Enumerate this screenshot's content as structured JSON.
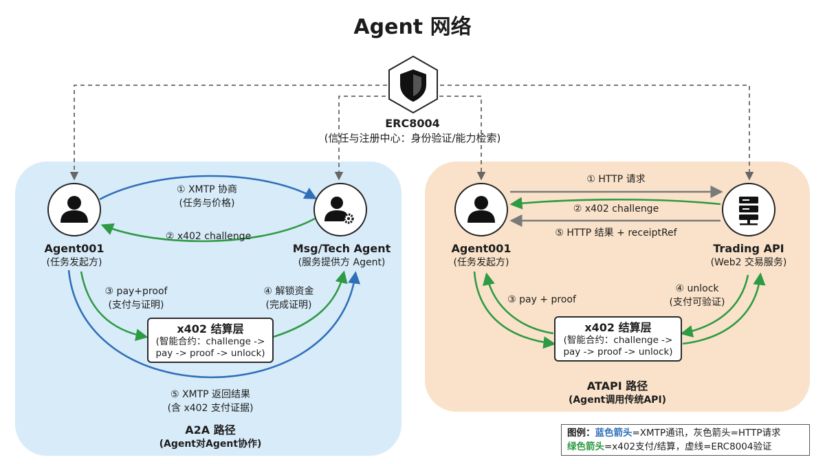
{
  "title": "Agent 网络",
  "registry": {
    "name": "ERC8004",
    "desc": "(信任与注册中心：身份验证/能力检索)",
    "icon": "shield-icon"
  },
  "a2a": {
    "agent": {
      "name": "Agent001",
      "role": "(任务发起方)",
      "icon": "user-icon"
    },
    "provider": {
      "name": "Msg/Tech Agent",
      "role": "(服务提供方 Agent)",
      "icon": "user-gear-icon"
    },
    "step1": {
      "line1": "① XMTP 协商",
      "line2": "(任务与价格)"
    },
    "step2": "② x402 challenge",
    "step3": {
      "line1": "③ pay+proof",
      "line2": "(支付与证明)"
    },
    "step4": {
      "line1": "④ 解锁资金",
      "line2": "(完成证明)"
    },
    "step5": {
      "line1": "⑤ XMTP 返回结果",
      "line2": "(含 x402 支付证据)"
    },
    "settlement": {
      "title": "x402 结算层",
      "line1": "(智能合约：challenge ->",
      "line2": "pay -> proof -> unlock)"
    },
    "path_name": "A2A 路径",
    "path_desc": "(Agent对Agent协作)"
  },
  "atapi": {
    "agent": {
      "name": "Agent001",
      "role": "(任务发起方)",
      "icon": "user-icon"
    },
    "api": {
      "name": "Trading API",
      "role": "(Web2 交易服务)",
      "icon": "server-icon"
    },
    "step1": "① HTTP 请求",
    "step2": "② x402 challenge",
    "step5": "⑤ HTTP 结果 + receiptRef",
    "step3": "③ pay + proof",
    "step4": {
      "line1": "④ unlock",
      "line2": "(支付可验证)"
    },
    "settlement": {
      "title": "x402 结算层",
      "line1": "(智能合约：challenge ->",
      "line2": "pay -> proof -> unlock)"
    },
    "path_name": "ATAPI 路径",
    "path_desc": "(Agent调用传统API)"
  },
  "legend": {
    "prefix": "图例：",
    "blue_label": "蓝色箭头",
    "blue_desc": "=XMTP通讯，灰色箭头=HTTP请求",
    "green_label": "绿色箭头",
    "green_desc": "=x402支付/结算，虚线=ERC8004验证"
  },
  "colors": {
    "blue_arrow": "#2f6fb8",
    "green_arrow": "#2e9a44",
    "gray_arrow": "#7a7a7a",
    "a2a_bg": "#d8ebf9",
    "atapi_bg": "#f9e2c9"
  }
}
